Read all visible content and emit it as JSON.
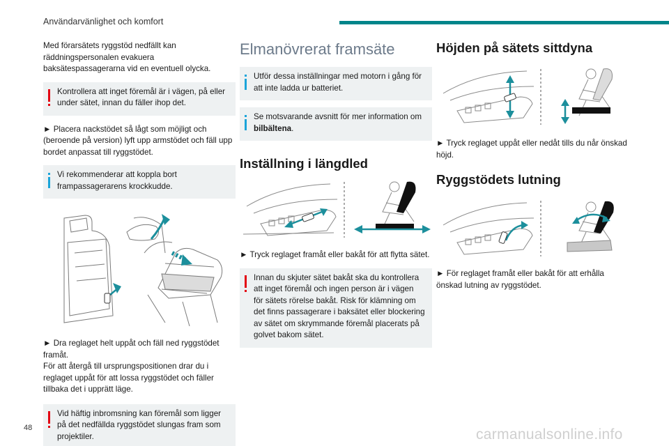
{
  "header": {
    "section_title": "Användarvänlighet och komfort"
  },
  "page_number": "48",
  "watermark": "carmanualsonline.info",
  "col1": {
    "intro": "Med förarsätets ryggstöd nedfällt kan räddningspersonalen evakuera baksätespassagerarna vid en eventuell olycka.",
    "warn1": "Kontrollera att inget föremål är i vägen, på eller under sätet, innan du fäller ihop det.",
    "step1": "► Placera nackstödet så lågt som möjligt och (beroende på version) lyft upp armstödet och fäll upp bordet anpassat till ryggstödet.",
    "info1": "Vi rekommenderar att koppla bort frampassagerarens krockkudde.",
    "step2": "► Dra reglaget helt uppåt och fäll ned ryggstödet framåt.",
    "step2b": "För att återgå till ursprungspositionen drar du i reglaget uppåt för att lossa ryggstödet och fäller tillbaka det i upprätt läge.",
    "warn2": "Vid häftig inbromsning kan föremål som ligger på det nedfällda ryggstödet slungas fram som projektiler."
  },
  "col2": {
    "title": "Elmanövrerat framsäte",
    "info1": "Utför dessa inställningar med motorn i gång för att inte ladda ur batteriet.",
    "info2_pre": "Se motsvarande avsnitt för mer information om ",
    "info2_bold": "bilbältena",
    "info2_post": ".",
    "sub1": "Inställning i längdled",
    "step1": "► Tryck reglaget framåt eller bakåt för att flytta sätet.",
    "warn1": "Innan du skjuter sätet bakåt ska du kontrollera att inget föremål och ingen person är i vägen för sätets rörelse bakåt. Risk för klämning om det finns passagerare i baksätet eller blockering av sätet om skrymmande föremål placerats på golvet bakom sätet."
  },
  "col3": {
    "sub1": "Höjden på sätets sittdyna",
    "step1": "► Tryck reglaget uppåt eller nedåt tills du når önskad höjd.",
    "sub2": "Ryggstödets lutning",
    "step2": "► För reglaget framåt eller bakåt för att erhålla önskad lutning av ryggstödet."
  },
  "colors": {
    "accent": "#00858a",
    "warning": "#e30613",
    "info": "#1aa4d9",
    "arrow": "#1c8f9c",
    "heading_grey": "#6c7a8a"
  }
}
